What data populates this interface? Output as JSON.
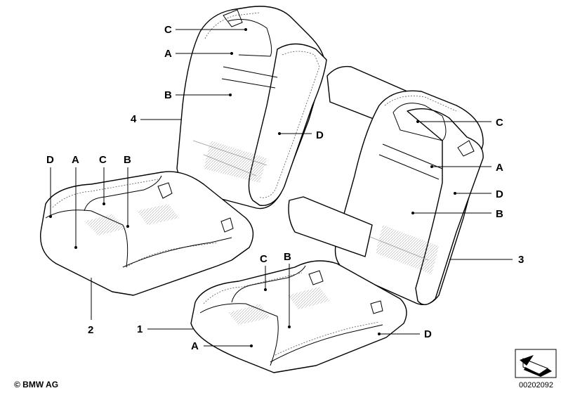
{
  "labels": {
    "part_1": "1",
    "part_2": "2",
    "part_3": "3",
    "part_4": "4",
    "a": "A",
    "b": "B",
    "c": "C",
    "d": "D"
  },
  "footer": {
    "copyright": "© BMW AG",
    "diagram_code": "00202092"
  },
  "icons": {
    "nav": "arrow-corner-icon"
  }
}
